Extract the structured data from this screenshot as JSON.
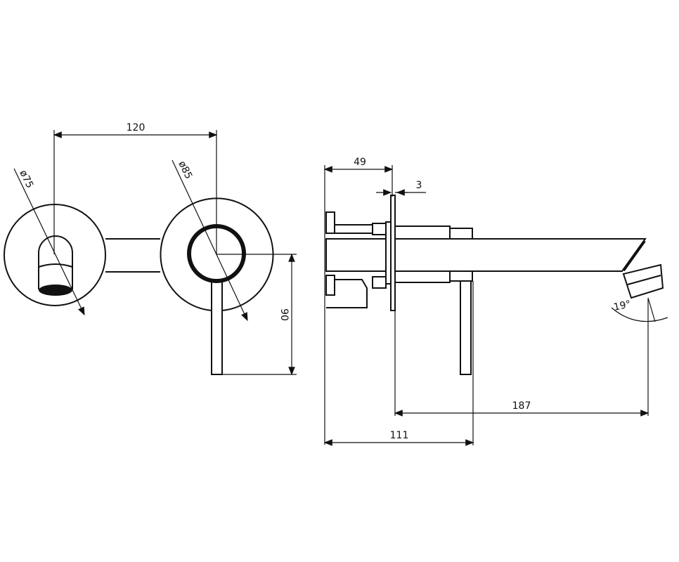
{
  "front_view": {
    "spacing": "120",
    "spout_plate_diameter": "ø75",
    "mixer_plate_diameter": "ø85",
    "lever_height": "90"
  },
  "side_view": {
    "body_depth": "49",
    "plate_thickness": "3",
    "spout_projection": "187",
    "lever_projection": "111",
    "outlet_angle": "19°"
  },
  "colors": {
    "line": "#111111",
    "background": "#ffffff"
  }
}
